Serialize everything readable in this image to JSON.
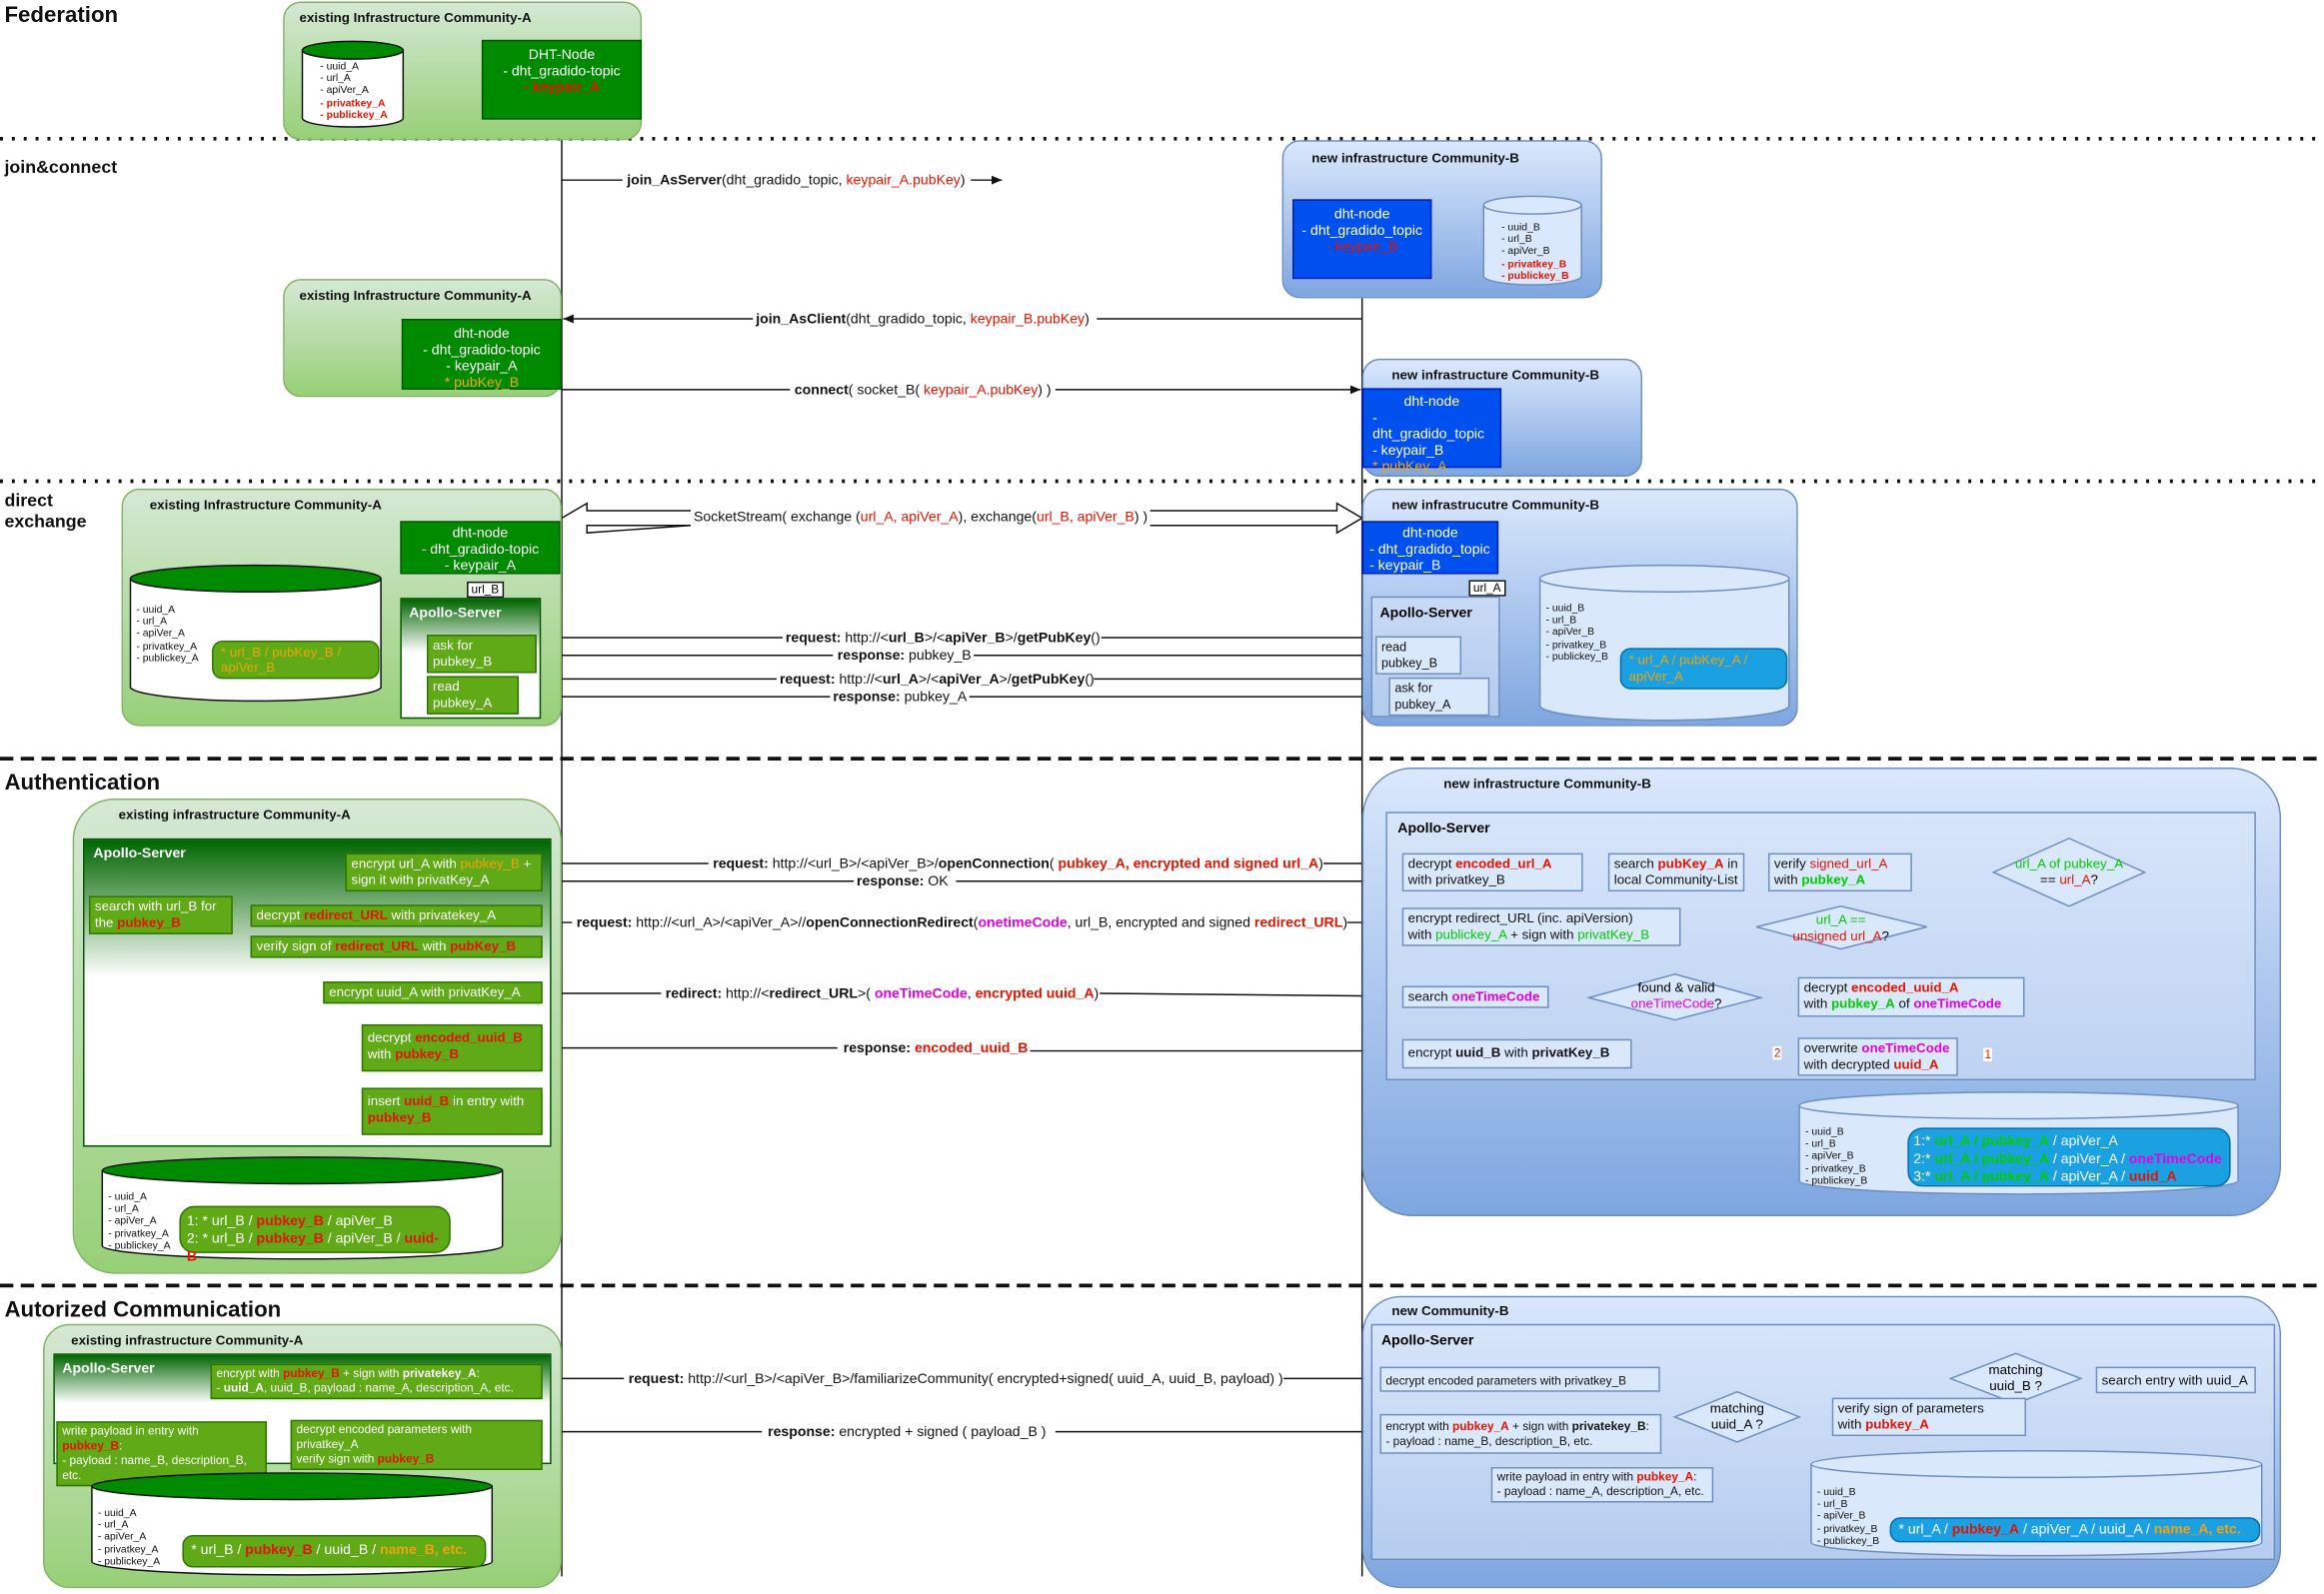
{
  "sections": {
    "federation": "Federation",
    "join_connect": "join&connect",
    "direct_exchange_1": "direct",
    "direct_exchange_2": "exchange",
    "authentication": "Authentication",
    "autorized": "Autorized Communication"
  },
  "titles": {
    "existing_a": "existing Infrastructure Community-A",
    "existing_a_lower": "existing infrastructure Community-A",
    "new_b": "new infrastructure Community-B",
    "new_b_typo": "new infrastrucutre Community-B",
    "new_community_b": "new Community-B",
    "apollo": "Apollo-Server"
  },
  "db": {
    "a_small": [
      "- uuid_A",
      "- url_A",
      "- apiVer_A",
      "- privatkey_A",
      "- publickey_A"
    ],
    "b_small": [
      "- uuid_B",
      "- url_B",
      "- apiVer_B",
      "- privatkey_B",
      "- publickey_B"
    ]
  },
  "federation": {
    "dht_node": "DHT-Node",
    "topic": "- dht_gradido-topic",
    "keypair_a": "- keypair_A"
  },
  "join": {
    "dht_node": "dht-node",
    "topic": "- dht_gradido_topic",
    "topic_a": "- dht_gradido-topic",
    "keypair_a": "- keypair_A",
    "keypair_b": "- keypair_B",
    "pubkey_b": "* pubKey_B",
    "pubkey_a": "* pubKey_A",
    "msg_server": "join_AsServer",
    "msg_server_args_1": "(dht_gradido_topic, ",
    "msg_server_args_2": "keypair_A.pubKey",
    "msg_server_args_3": ")",
    "msg_client": "join_AsClient",
    "msg_client_args_1": "(dht_gradido_topic, ",
    "msg_client_args_2": "keypair_B.pubKey",
    "msg_client_args_3": ")",
    "msg_connect": "connect",
    "msg_connect_args_1": "( socket_B( ",
    "msg_connect_args_2": "keypair_A.pubKey",
    "msg_connect_args_3": ") )"
  },
  "direct": {
    "socket_1": "SocketStream( exchange (",
    "socket_2": "url_A, apiVer_A",
    "socket_3": "), exchange(",
    "socket_4": "url_B, apiVer_B",
    "socket_5": ") )",
    "url_b_tag": "url_B",
    "url_a_tag": "url_A",
    "ask_pubkey_b": "ask for pubkey_B",
    "read_pubkey_a": "read pubkey_A",
    "read_pubkey_b": "read pubkey_B",
    "ask_pubkey_a": "ask for pubkey_A",
    "pill_a": "* url_B / pubKey_B / apiVer_B",
    "pill_b": "* url_A / pubKey_A / apiVer_A",
    "req1_label": "request:",
    "req1_1": " http://<",
    "req1_2": "url_B",
    "req1_3": ">/<",
    "req1_4": "apiVer_B",
    "req1_5": ">/",
    "req1_6": "getPubKey",
    "req1_7": "()",
    "resp1_label": "response:",
    "resp1": " pubkey_B",
    "req2_2": "url_A",
    "req2_4": "apiVer_A",
    "resp2": " pubkey_A"
  },
  "auth": {
    "a_enc_1": "encrypt ",
    "a_enc_2": "url_A",
    "a_enc_3": " with ",
    "a_enc_4": "pubkey_B",
    "a_enc_5": " +",
    "a_enc_6": "sign it with privatKey_A",
    "a_search_1": "search with ",
    "a_search_2": "url_B",
    "a_search_3": " for",
    "a_search_4": "the ",
    "a_search_5": "pubkey_B",
    "a_decrypt_1": "decrypt ",
    "a_decrypt_2": "redirect_URL",
    "a_decrypt_3": " with privatekey_A",
    "a_verify_1": "verify sign of ",
    "a_verify_2": "redirect_URL",
    "a_verify_3": " with ",
    "a_verify_4": "pubKey_B",
    "a_encuuid_1": "encrypt ",
    "a_encuuid_2": "uuid_A",
    "a_encuuid_3": " with ",
    "a_encuuid_4": "privatKey_A",
    "a_decuuid_1": "decrypt ",
    "a_decuuid_2": "encoded_uuid_B",
    "a_decuuid_3": "with ",
    "a_decuuid_4": "pubkey_B",
    "a_insert_1": "insert ",
    "a_insert_2": "uuid_B",
    "a_insert_3": " in entry with",
    "a_insert_4": "pubkey_B",
    "a_pill_1a": "1: * url_B / ",
    "a_pill_1b": "pubkey_B",
    "a_pill_1c": " / apiVer_B",
    "a_pill_2a": "2: * url_B / ",
    "a_pill_2b": "pubkey_B",
    "a_pill_2c": " / apiVer_B / ",
    "a_pill_2d": "uuid-B",
    "m1_label": "request:",
    "m1_1": " http://<url_B>/<apiVer_B>/",
    "m1_2": "openConnection",
    "m1_3": "( ",
    "m1_4": "pubkey_A, encrypted and signed url_A",
    "m1_5": ")",
    "m2_label": "response:",
    "m2": " OK",
    "m3_label": "request:",
    "m3_1": " http://<url_A>/<apiVer_A>//",
    "m3_2": "openConnectionRedirect",
    "m3_3": "(",
    "m3_4": "onetimeCode",
    "m3_5": ", url_B, encrypted and signed ",
    "m3_6": "redirect_URL",
    "m3_7": ")",
    "m4_label": "redirect:",
    "m4_1": " http://<",
    "m4_2": "redirect_URL",
    "m4_3": ">( ",
    "m4_4": "oneTimeCode",
    "m4_5": ", ",
    "m4_6": "encrypted uuid_A",
    "m4_7": ")",
    "m5_label": "response:",
    "m5_1": "encoded_uuid_B",
    "b_dec_1": "decrypt ",
    "b_dec_2": "encoded_url_A",
    "b_dec_3": "with privatkey_B",
    "b_search_1": "search ",
    "b_search_2": "pubKey_A",
    "b_search_3": " in",
    "b_search_4": "local Community-List",
    "b_verify_1": "verify ",
    "b_verify_2": "signed_url_A",
    "b_verify_3": "with ",
    "b_verify_4": "pubkey_A",
    "b_diam1_1": "url_A of pubkey_A",
    "b_diam1_2": "== ",
    "b_diam1_3": "url_A",
    "b_diam1_4": "?",
    "b_diam2_1": "url_A ==",
    "b_diam2_2": "unsigned url_A",
    "b_diam2_3": "?",
    "b_encredir_1": "encrypt redirect_URL (inc. apiVersion)",
    "b_encredir_2": "with ",
    "b_encredir_3": "publickey_A",
    "b_encredir_4": " + sign with ",
    "b_encredir_5": "privatKey_B",
    "b_searchotc_1": "search ",
    "b_searchotc_2": "oneTimeCode",
    "b_diam3_1": "found & valid",
    "b_diam3_2": "oneTimeCode",
    "b_diam3_3": "?",
    "b_decuuid_1": "decrypt ",
    "b_decuuid_2": "encoded_uuid_A",
    "b_decuuid_3": "with ",
    "b_decuuid_4": "pubkey_A",
    "b_decuuid_5": " of ",
    "b_decuuid_6": "oneTimeCode",
    "b_encuuid_1": "encrypt ",
    "b_encuuid_2": "uuid_B",
    "b_encuuid_3": " with ",
    "b_encuuid_4": "privatKey_B",
    "b_over_1": "overwrite ",
    "b_over_2": "oneTimeCode",
    "b_over_3": "with decrypted ",
    "b_over_4": "uuid_A",
    "lbl_1": "1",
    "lbl_2": "2",
    "b_pill_1a": "1:* ",
    "b_pill_1b": "url_A / pubkey_A",
    "b_pill_1c": " / apiVer_A",
    "b_pill_2a": "2:* ",
    "b_pill_2b": "url_A / pubkey_A",
    "b_pill_2c": " / apiVer_A / ",
    "b_pill_2d": "oneTimeCode",
    "b_pill_3a": "3:* ",
    "b_pill_3b": "url_A / pubkey_A",
    "b_pill_3c": " / apiVer_A / ",
    "b_pill_3d": "uuid_A"
  },
  "autz": {
    "a_enc_1": "encrypt with ",
    "a_enc_2": "pubkey_B",
    "a_enc_3": " + sign with ",
    "a_enc_4": "privatekey_A",
    "a_enc_5": ":",
    "a_enc_6": "- ",
    "a_enc_7": "uuid_A",
    "a_enc_8": ", uuid_B, payload : name_A, description_A, etc.",
    "a_write_1": "write payload in entry with ",
    "a_write_2": "pubkey_B",
    "a_write_3": ":",
    "a_write_4": "- payload : name_B, description_B, etc.",
    "a_decrypt_1": "decrypt encoded parameters with privatkey_A",
    "a_decrypt_2": "verify sign with ",
    "a_decrypt_3": "pubkey_B",
    "a_pill_1": "* url_B / ",
    "a_pill_2": "pubkey_B",
    "a_pill_3": " / uuid_B / ",
    "a_pill_4": "name_B, etc.",
    "m1_label": "request:",
    "m1": " http://<url_B>/<apiVer_B>/familiarizeCommunity( encrypted+signed( uuid_A, uuid_B, payload) )",
    "m2_label": "response:",
    "m2": " encrypted + signed ( payload_B )",
    "b_decrypt": "decrypt encoded parameters with privatkey_B",
    "b_diam1_1": "matching",
    "b_diam1_2": "uuid_B ?",
    "b_search": "search entry with uuid_A",
    "b_verify_1": "verify sign of parameters",
    "b_verify_2": "with ",
    "b_verify_3": "pubkey_A",
    "b_diam2_1": "matching",
    "b_diam2_2": "uuid_A ?",
    "b_enc_1": "encrypt with ",
    "b_enc_2": "pubkey_A",
    "b_enc_3": " + sign with ",
    "b_enc_4": "privatekey_B",
    "b_enc_5": ":",
    "b_enc_6": "- payload : name_B, description_B, etc.",
    "b_write_1": "write payload in entry with ",
    "b_write_2": "pubkey_A",
    "b_write_3": ":",
    "b_write_4": "- payload : name_A, description_A, etc.",
    "b_pill_1": "* url_A / ",
    "b_pill_2": "pubkey_A",
    "b_pill_3": " / apiVer_A / uuid_A / ",
    "b_pill_4": "name_A, etc."
  },
  "colors": {
    "green_fill": "#008a00",
    "light_green": "#60a917",
    "blue_fill": "#0050ef",
    "cyan_pill": "#1ba1e2",
    "red_text": "#e51400",
    "magenta_text": "#e400e4"
  }
}
